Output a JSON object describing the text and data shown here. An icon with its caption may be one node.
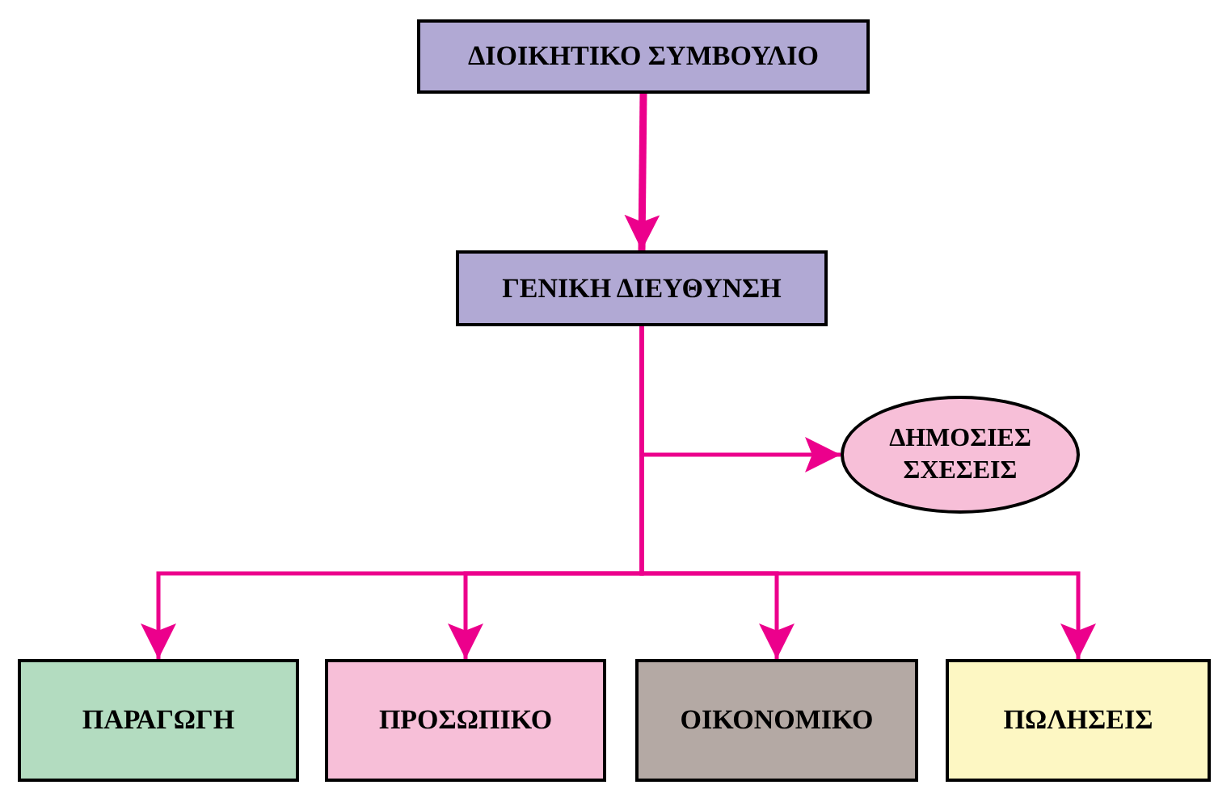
{
  "diagram": {
    "nodes": [
      {
        "text": [
          "ΔΙΟΙΚΗΤΙΚΟ ΣΥΜΒΟΥΛΙΟ"
        ]
      },
      {
        "text": [
          "ΓΕΝΙΚΗ ΔΙΕΥΘΥΝΣΗ"
        ]
      },
      {
        "text": [
          "ΔΗΜΟΣΙΕΣ ΣΧΕΣΕΙΣ"
        ]
      },
      {
        "text": [
          "ΠΑΡΑΓΩΓΗ"
        ]
      },
      {
        "text": [
          "ΠΡΟΣΩΠΙΚΟ"
        ]
      },
      {
        "text": [
          "ΟΙΚΟΝΟΜΙΚΟ"
        ]
      },
      {
        "text": [
          "ΠΩΛΗΣΕΙΣ"
        ]
      }
    ],
    "edges": [
      {
        "from": 0,
        "to": 1,
        "arrow": "to",
        "style": "thick"
      },
      {
        "from": 1,
        "to": 2,
        "arrow": "to"
      },
      {
        "from": 1,
        "to": 3,
        "arrow": "to"
      },
      {
        "from": 1,
        "to": 4,
        "arrow": "to"
      },
      {
        "from": 1,
        "to": 5,
        "arrow": "to"
      },
      {
        "from": 1,
        "to": 6,
        "arrow": "to"
      }
    ]
  }
}
